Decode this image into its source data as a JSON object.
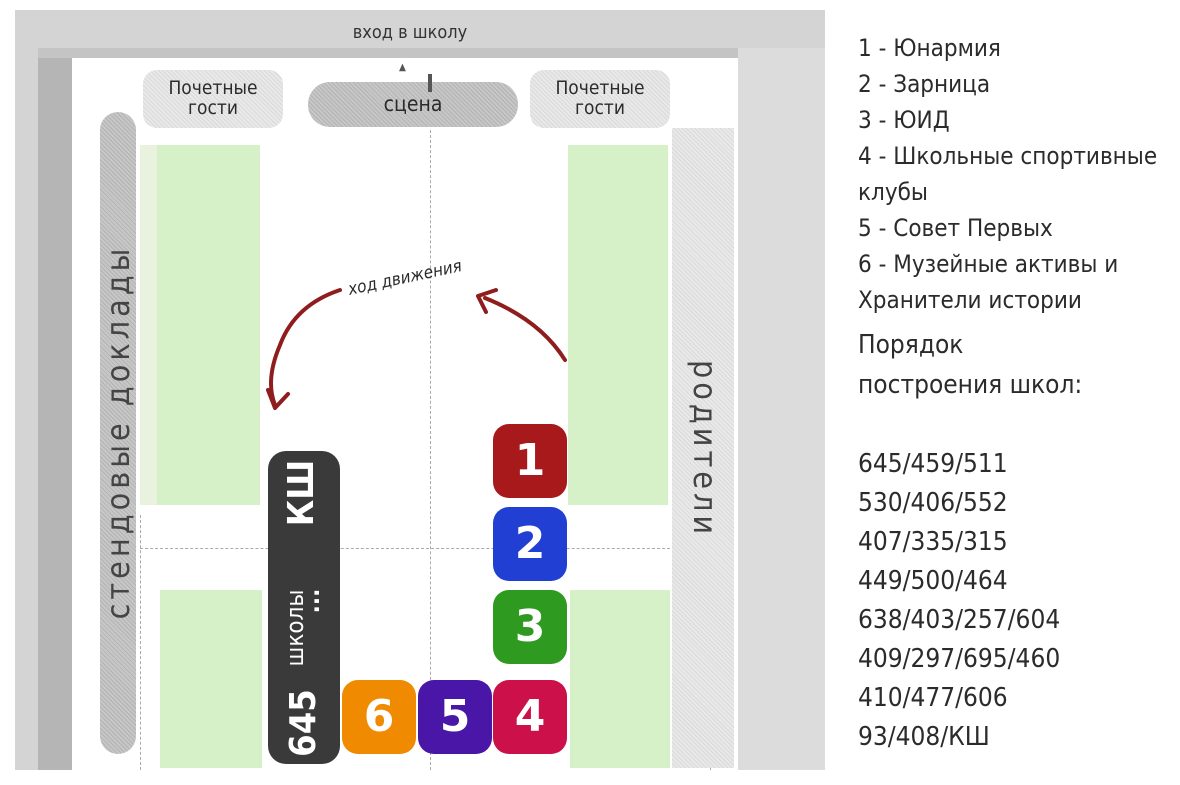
{
  "entrance": "вход в школу",
  "zones": {
    "guests_left": [
      "Почетные",
      "гости"
    ],
    "guests_right": [
      "Почетные",
      "гости"
    ],
    "stage": "сцена",
    "stands": "стендовые доклады",
    "parents": "родители",
    "motion": "ход движения"
  },
  "formation": {
    "tiles": [
      {
        "label": "1",
        "color": "#a8191c"
      },
      {
        "label": "2",
        "color": "#2140d3"
      },
      {
        "label": "3",
        "color": "#2e9a1f"
      },
      {
        "label": "4",
        "color": "#cc1049"
      },
      {
        "label": "5",
        "color": "#4a16a8"
      },
      {
        "label": "6",
        "color": "#f08a00"
      }
    ],
    "ks_bar": {
      "number": "645",
      "schools": "школы",
      "dots": "...",
      "ks": "КШ",
      "color": "#3a3a3a"
    },
    "arrow_color": "#8f1d1d"
  },
  "legend": {
    "items": [
      "1 - Юнармия",
      "2 - Зарница",
      "3 - ЮИД",
      "4 - Школьные спортивные",
      "клубы",
      "5 - Совет Первых",
      "6 - Музейные активы и",
      "Хранители истории"
    ],
    "order_title": [
      "Порядок",
      "построения школ:"
    ],
    "order": [
      "645/459/511",
      "530/406/552",
      "407/335/315",
      "449/500/464",
      "638/403/257/604",
      "409/297/695/460",
      "410/477/606",
      "93/408/КШ"
    ]
  }
}
